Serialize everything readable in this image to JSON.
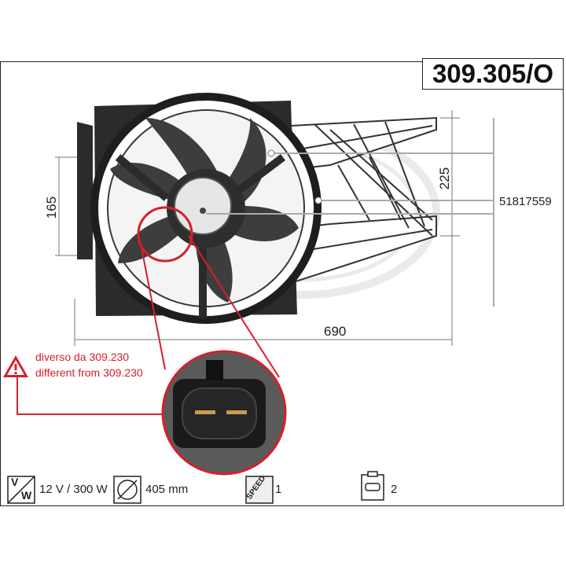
{
  "product": {
    "code": "309.305/O",
    "part_number": "51817559"
  },
  "dimensions": {
    "width": "690",
    "height_left": "165",
    "height_right": "225"
  },
  "notice": {
    "line_it": "diverso da 309.230",
    "line_en": "different from 309.230",
    "icon": "warning-triangle-icon"
  },
  "specs": {
    "voltage_icon_top": "V",
    "voltage_icon_bottom": "W",
    "power": "12 V / 300 W",
    "diameter": "405 mm",
    "speed_icon_label": "SPEED",
    "speeds": "1",
    "connector_pins": "2"
  },
  "colors": {
    "warning_red": "#d5202a",
    "watermark_gray": "#d9d9d9"
  }
}
